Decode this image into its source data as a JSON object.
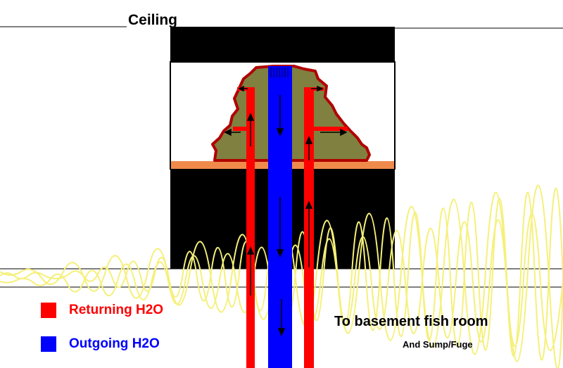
{
  "labels": {
    "ceiling": "Ceiling",
    "destination": "To basement fish room",
    "destination_sub": "And Sump/Fuge"
  },
  "legend": [
    {
      "label": "Returning H2O",
      "color": "#ff0000"
    },
    {
      "label": "Outgoing H2O",
      "color": "#0000ff"
    }
  ],
  "colors": {
    "cabinet": "#000000",
    "tank_water": "#ffffff",
    "rock": "#808040",
    "rock_outline": "#b00000",
    "sand_bed": "#f08a4b",
    "floor_insulation": "#f5f07a",
    "arrow": "#000000"
  }
}
